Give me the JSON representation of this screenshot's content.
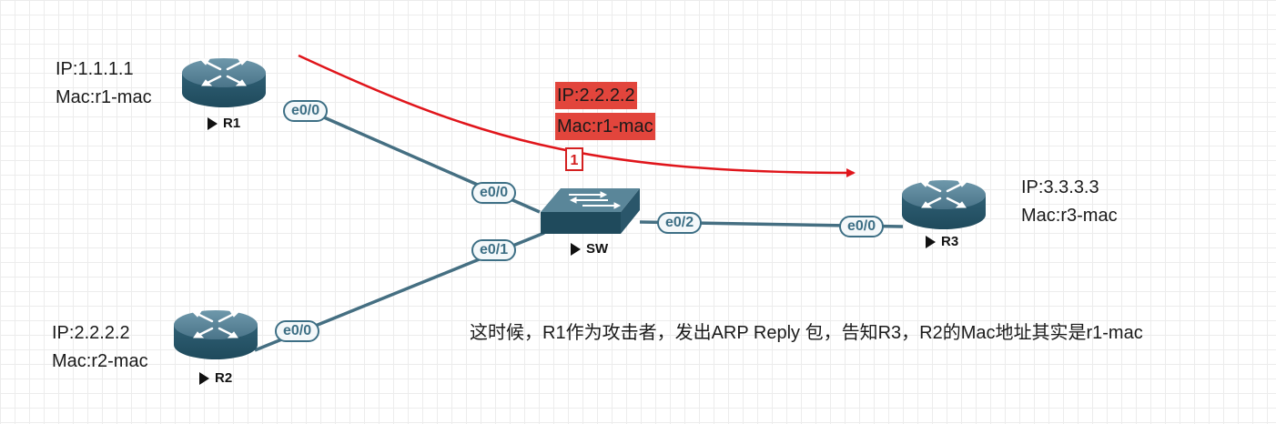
{
  "devices": {
    "r1": {
      "name": "R1",
      "ip": "IP:1.1.1.1",
      "mac": "Mac:r1-mac",
      "port": "e0/0",
      "icon": "router-icon"
    },
    "r2": {
      "name": "R2",
      "ip": "IP:2.2.2.2",
      "mac": "Mac:r2-mac",
      "port": "e0/0",
      "icon": "router-icon"
    },
    "r3": {
      "name": "R3",
      "ip": "IP:3.3.3.3",
      "mac": "Mac:r3-mac",
      "port": "e0/0",
      "icon": "router-icon"
    },
    "sw": {
      "name": "SW",
      "ports": {
        "to_r1": "e0/0",
        "to_r2": "e0/1",
        "to_r3": "e0/2"
      },
      "icon": "switch-icon"
    }
  },
  "arp_packet": {
    "ip": "IP:2.2.2.2",
    "mac": "Mac:r1-mac",
    "step": "1"
  },
  "note": "这时候，R1作为攻击者，发出ARP Reply 包，告知R3，R2的Mac地址其实是r1-mac",
  "colors": {
    "link": "#456f82",
    "device": "#2f5f74",
    "arrow": "#e0151b",
    "highlight": "#e2453c"
  }
}
